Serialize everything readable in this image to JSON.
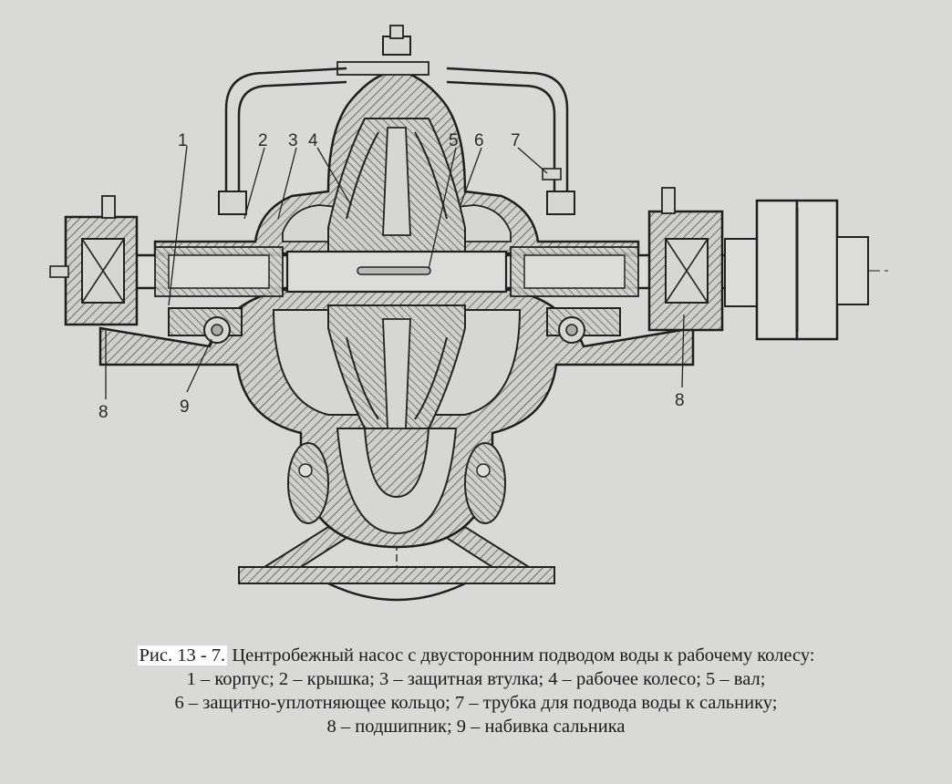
{
  "callouts": [
    {
      "id": "1",
      "text": "1"
    },
    {
      "id": "2",
      "text": "2"
    },
    {
      "id": "3",
      "text": "3"
    },
    {
      "id": "4",
      "text": "4"
    },
    {
      "id": "5",
      "text": "5"
    },
    {
      "id": "6",
      "text": "6"
    },
    {
      "id": "7",
      "text": "7"
    },
    {
      "id": "8a",
      "text": "8"
    },
    {
      "id": "9",
      "text": "9"
    },
    {
      "id": "8b",
      "text": "8"
    }
  ],
  "caption": {
    "label": "Рис. 13 - 7.",
    "title": " Центробежный насос с двусторонним подводом воды к рабочему колесу:",
    "line2": "1 – корпус; 2 – крышка; 3 – защитная втулка; 4 – рабочее колесо; 5 – вал;",
    "line3": "6 – защитно-уплотняющее кольцо; 7 – трубка для подвода воды к сальнику;",
    "line4": "8 – подшипник; 9 – набивка сальника"
  }
}
